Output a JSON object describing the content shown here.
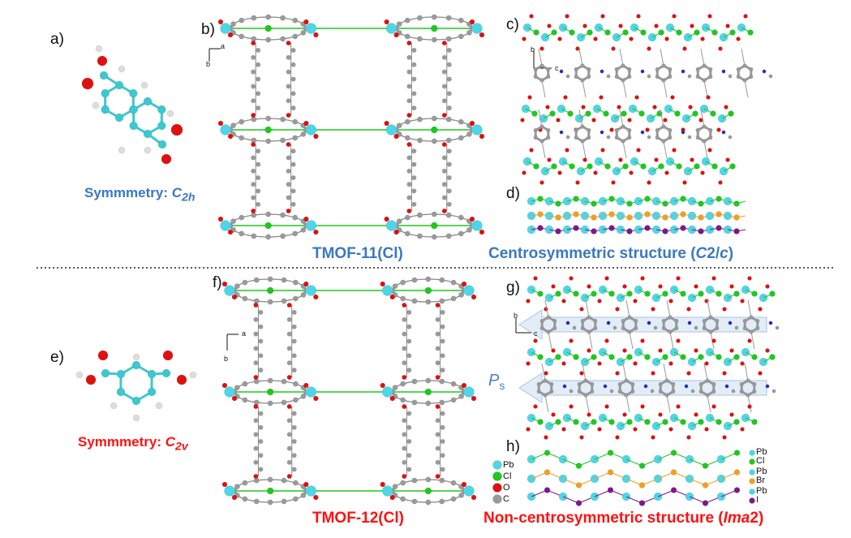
{
  "panels": {
    "a": {
      "label": "a)",
      "caption_prefix": "Symmmetry: ",
      "sym_main": "C",
      "sym_sub": "2h"
    },
    "b": {
      "label": "b)",
      "axis_a": "a",
      "axis_b": "b",
      "caption": "TMOF-11(Cl)"
    },
    "c": {
      "label": "c)",
      "axis_b": "b",
      "axis_c": "c"
    },
    "d": {
      "label": "d)",
      "caption_prefix": "Centrosymmetric structure (",
      "caption_italic": "C",
      "caption_mid": "2/",
      "caption_italic2": "c",
      "caption_suffix": ")"
    },
    "e": {
      "label": "e)",
      "caption_prefix": "Symmmetry: ",
      "sym_main": "C",
      "sym_sub": "2v"
    },
    "f": {
      "label": "f)",
      "axis_a": "a",
      "axis_b": "b",
      "caption": "TMOF-12(Cl)"
    },
    "g": {
      "label": "g)",
      "axis_b": "b",
      "axis_c": "c",
      "ps_main": "P",
      "ps_sub": "s"
    },
    "h": {
      "label": "h)",
      "caption_prefix": "Non-centrosymmetric structure (",
      "caption_italic": "Ima",
      "caption_suffix": "2)"
    }
  },
  "atom_legend": [
    "Pb",
    "Cl",
    "O",
    "C"
  ],
  "chain_legend": [
    [
      "Pb",
      "Cl"
    ],
    [
      "Pb",
      "Br"
    ],
    [
      "Pb",
      "I"
    ]
  ],
  "colors": {
    "Pb": "#4ed6e6",
    "Cl": "#1ec81e",
    "O": "#e01010",
    "C": "#9a9a9a",
    "Br": "#f0a020",
    "I": "#7a1a8a",
    "N": "#2030c0",
    "H": "#e0e0e0",
    "blue_text": "#3a78c0",
    "red_text": "#ff1111"
  }
}
